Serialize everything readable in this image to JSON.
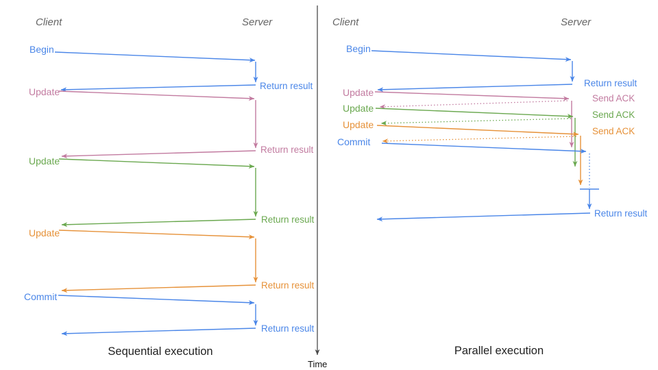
{
  "colors": {
    "blue": "#4a86e8",
    "pink": "#c27ba0",
    "green": "#6aa84f",
    "orange": "#e69138",
    "header_gray": "#666666",
    "axis": "#4a4a4a",
    "title_text": "#1f1f1f",
    "time_text": "#111111"
  },
  "left_panel": {
    "client_header": "Client",
    "server_header": "Server",
    "title": "Sequential execution",
    "steps": [
      {
        "request": "Begin",
        "response": "Return result"
      },
      {
        "request": "Update",
        "response": "Return result"
      },
      {
        "request": "Update",
        "response": "Return result"
      },
      {
        "request": "Update",
        "response": "Return result"
      },
      {
        "request": "Commit",
        "response": "Return result"
      }
    ]
  },
  "right_panel": {
    "client_header": "Client",
    "server_header": "Server",
    "title": "Parallel execution",
    "steps": [
      {
        "request": "Begin",
        "response": "Return result"
      },
      {
        "request": "Update",
        "response": "Send ACK"
      },
      {
        "request": "Update",
        "response": "Send ACK"
      },
      {
        "request": "Update",
        "response": "Send ACK"
      },
      {
        "request": "Commit",
        "response": "Return result"
      }
    ]
  },
  "time_axis_label": "Time"
}
